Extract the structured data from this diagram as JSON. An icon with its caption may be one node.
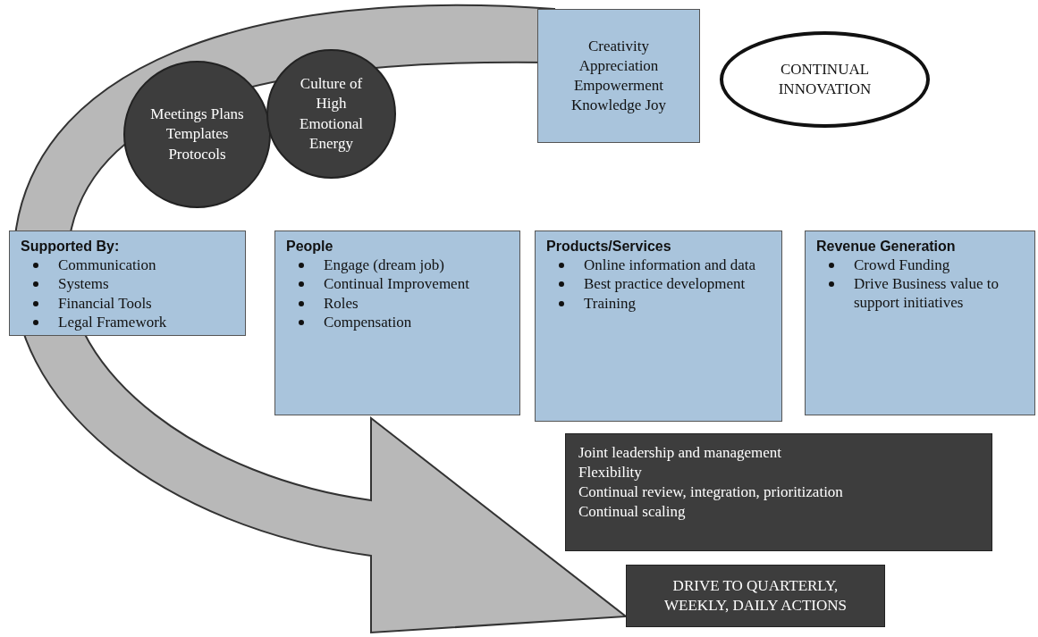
{
  "diagram": {
    "nodes": [
      {
        "text": [
          "Meetings Plans Templates Protocols"
        ]
      },
      {
        "text": [
          "Culture of High Emotional Energy"
        ]
      },
      {
        "text": [
          "Creativity Appreciation Empowerment Knowledge Joy"
        ]
      },
      {
        "text": [
          "CONTINUAL INNOVATION"
        ]
      },
      {
        "text": [
          "Supported By:",
          "Communication",
          "Systems",
          "Financial Tools",
          "Legal Framework"
        ]
      },
      {
        "text": [
          "People",
          "Engage (dream job)",
          "Continual Improvement",
          "Roles",
          "Compensation"
        ]
      },
      {
        "text": [
          "Products/Services",
          "Online information and data",
          "Best practice development",
          "Training"
        ]
      },
      {
        "text": [
          "Revenue Generation",
          "Crowd Funding",
          "Drive Business value to support initiatives"
        ]
      },
      {
        "text": [
          "Joint leadership and management",
          "Flexibility",
          "Continual review, integration, prioritization",
          "Continual scaling"
        ]
      },
      {
        "text": [
          "DRIVE TO QUARTERLY, WEEKLY, DAILY ACTIONS"
        ]
      }
    ],
    "edges": [
      {
        "from": null,
        "to": 9,
        "arrow": "to"
      }
    ]
  }
}
